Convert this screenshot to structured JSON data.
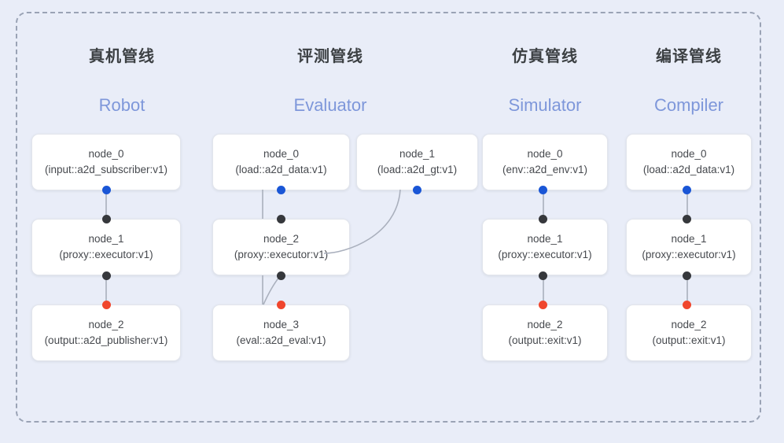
{
  "diagram": {
    "frame_style": "dashed-rounded-container",
    "background_color": "#e9edf8",
    "accent_subtitle_color": "#7e97da",
    "title_color": "#3c4043",
    "dot_colors": {
      "input": "#1a56d6",
      "intermediate": "#36383c",
      "output": "#f0462d"
    },
    "columns": [
      {
        "id": "robot",
        "title": "真机管线",
        "subtitle": "Robot",
        "nodes": [
          {
            "name": "node_0",
            "spec": "(input::a2d_subscriber:v1)"
          },
          {
            "name": "node_1",
            "spec": "(proxy::executor:v1)"
          },
          {
            "name": "node_2",
            "spec": "(output::a2d_publisher:v1)"
          }
        ]
      },
      {
        "id": "evaluator",
        "title": "评测管线",
        "subtitle": "Evaluator",
        "nodes": [
          {
            "name": "node_0",
            "spec": "(load::a2d_data:v1)"
          },
          {
            "name": "node_1",
            "spec": "(load::a2d_gt:v1)"
          },
          {
            "name": "node_2",
            "spec": "(proxy::executor:v1)"
          },
          {
            "name": "node_3",
            "spec": "(eval::a2d_eval:v1)"
          }
        ]
      },
      {
        "id": "simulator",
        "title": "仿真管线",
        "subtitle": "Simulator",
        "nodes": [
          {
            "name": "node_0",
            "spec": "(env::a2d_env:v1)"
          },
          {
            "name": "node_1",
            "spec": "(proxy::executor:v1)"
          },
          {
            "name": "node_2",
            "spec": "(output::exit:v1)"
          }
        ]
      },
      {
        "id": "compiler",
        "title": "编译管线",
        "subtitle": "Compiler",
        "nodes": [
          {
            "name": "node_0",
            "spec": "(load::a2d_data:v1)"
          },
          {
            "name": "node_1",
            "spec": "(proxy::executor:v1)"
          },
          {
            "name": "node_2",
            "spec": "(output::exit:v1)"
          }
        ]
      }
    ]
  }
}
